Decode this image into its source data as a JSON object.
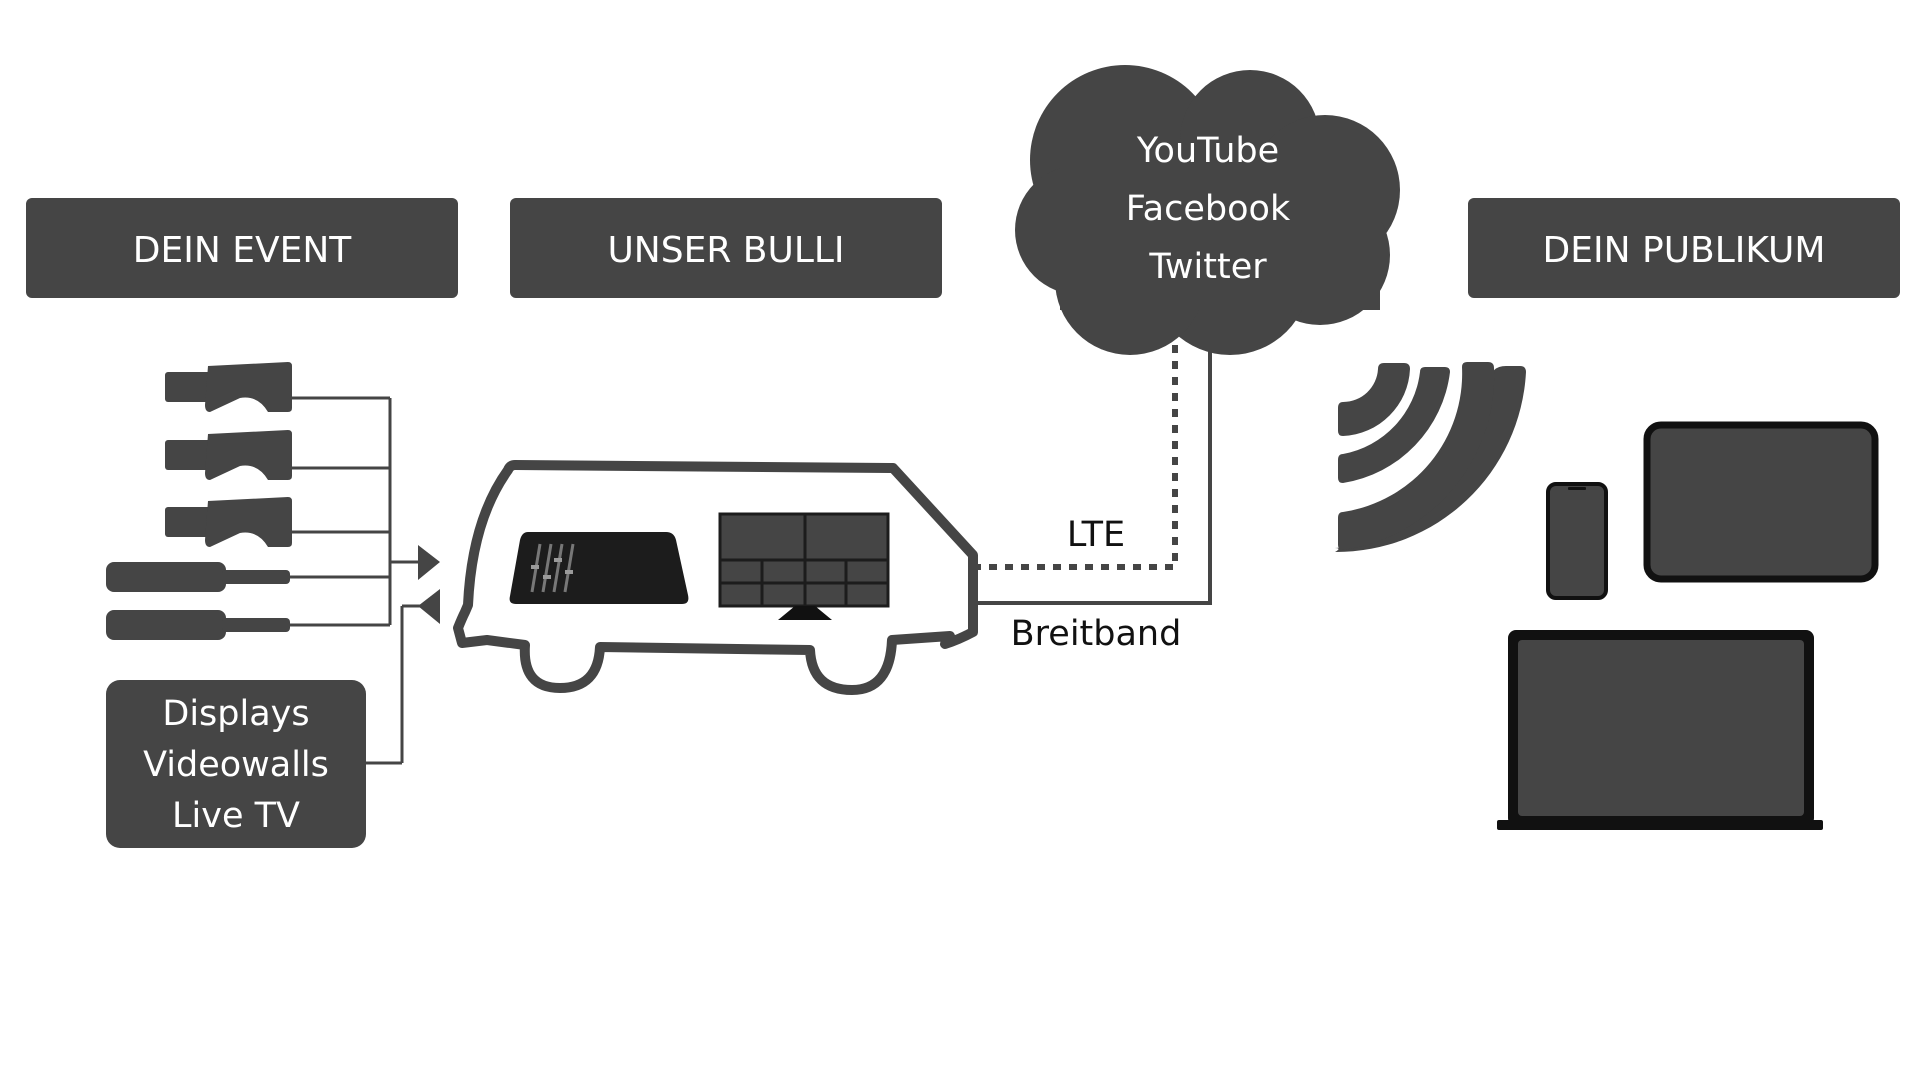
{
  "headers": {
    "event": "DEIN EVENT",
    "bulli": "UNSER BULLI",
    "audience": "DEIN PUBLIKUM"
  },
  "cloud": {
    "lines": [
      "YouTube",
      "Facebook",
      "Twitter"
    ]
  },
  "connections": {
    "lte": "LTE",
    "broadband": "Breitband"
  },
  "outputs": {
    "lines": [
      "Displays",
      "Videowalls",
      "Live TV"
    ]
  },
  "icons": [
    "video-camera-icon",
    "microphone-icon",
    "van-icon",
    "audio-mixer-icon",
    "multiviewer-monitor-icon",
    "cloud-icon",
    "wireless-signal-icon",
    "smartphone-icon",
    "tablet-icon",
    "laptop-icon"
  ],
  "colors": {
    "dark": "#454545",
    "line": "#454545",
    "text_on_dark": "#ffffff",
    "label_text": "#111111"
  }
}
